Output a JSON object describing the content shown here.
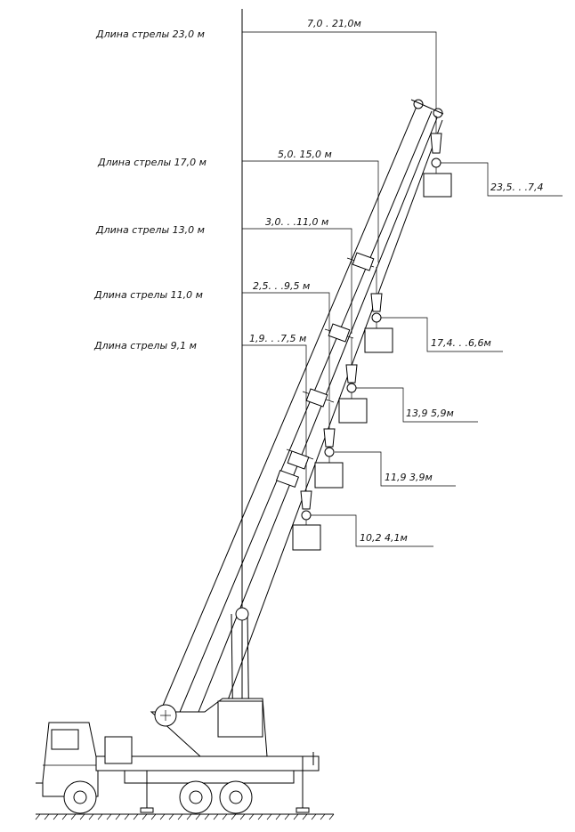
{
  "boom_configs": [
    {
      "length_label": "Длина стрелы 23,0 м",
      "reach_label": "7,0 . 21,0м",
      "height_label": "23,5. . .7,4"
    },
    {
      "length_label": "Длина стрелы 17,0 м",
      "reach_label": "5,0.  15,0 м",
      "height_label": "17,4. . .6,6м"
    },
    {
      "length_label": "Длина стрелы 13,0 м",
      "reach_label": "3,0. . .11,0 м",
      "height_label": "13,9    5,9м"
    },
    {
      "length_label": "Длина стрелы 11,0 м",
      "reach_label": "2,5. . .9,5 м",
      "height_label": "11,9   3,9м"
    },
    {
      "length_label": "Длина стрелы 9,1 м",
      "reach_label": "1,9. . .7,5 м",
      "height_label": "10,2    4,1м"
    }
  ],
  "icons": {
    "crane": "truck-crane-icon",
    "hook": "hook-block-icon",
    "load": "load-box-icon"
  }
}
